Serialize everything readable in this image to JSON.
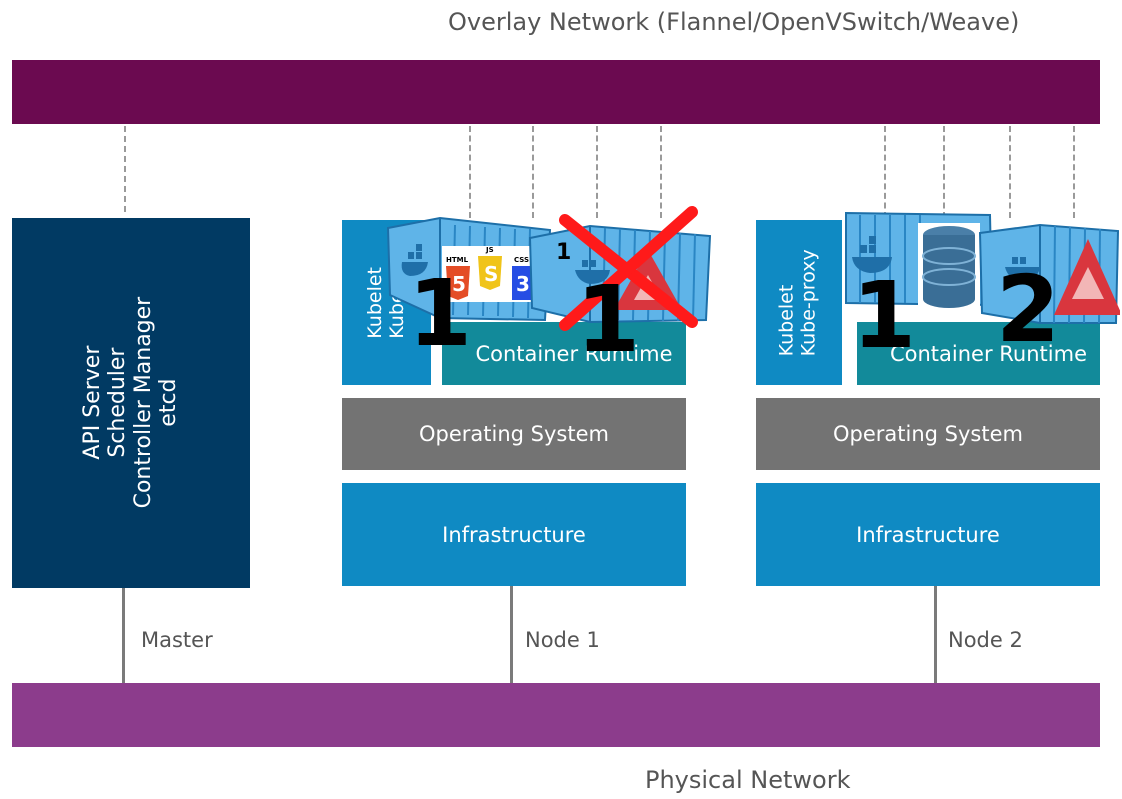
{
  "overlay_network": {
    "label": "Overlay Network (Flannel/OpenVSwitch/Weave)"
  },
  "physical_network": {
    "label": "Physical Network"
  },
  "master": {
    "components": [
      "API Server",
      "Scheduler",
      "Controller Manager",
      "etcd"
    ],
    "label": "Master"
  },
  "node1": {
    "label": "Node 1",
    "kube": [
      "Kubelet",
      "Kube-"
    ],
    "container_runtime": "Container Runtime",
    "operating_system": "Operating System",
    "infrastructure": "Infrastructure",
    "pod_counts": [
      "1",
      "1",
      "1"
    ]
  },
  "node2": {
    "label": "Node 2",
    "kube": [
      "Kubelet",
      "Kube-proxy"
    ],
    "container_runtime": "Container Runtime",
    "operating_system": "Operating System",
    "infrastructure": "Infrastructure",
    "pod_counts": [
      "1",
      "2"
    ]
  },
  "icons": {
    "html": "HTML",
    "js": "JS",
    "css": "CSS",
    "html_digit": "5",
    "js_digit": "S",
    "css_digit": "3"
  },
  "colors": {
    "overlay": "#6b0a50",
    "physical": "#8c3c8c",
    "master": "#013a63",
    "kube": "#0f8ac3",
    "runtime": "#128a9a",
    "os": "#737373",
    "infra": "#0f8ac3",
    "cross": "#ff1a1a"
  }
}
